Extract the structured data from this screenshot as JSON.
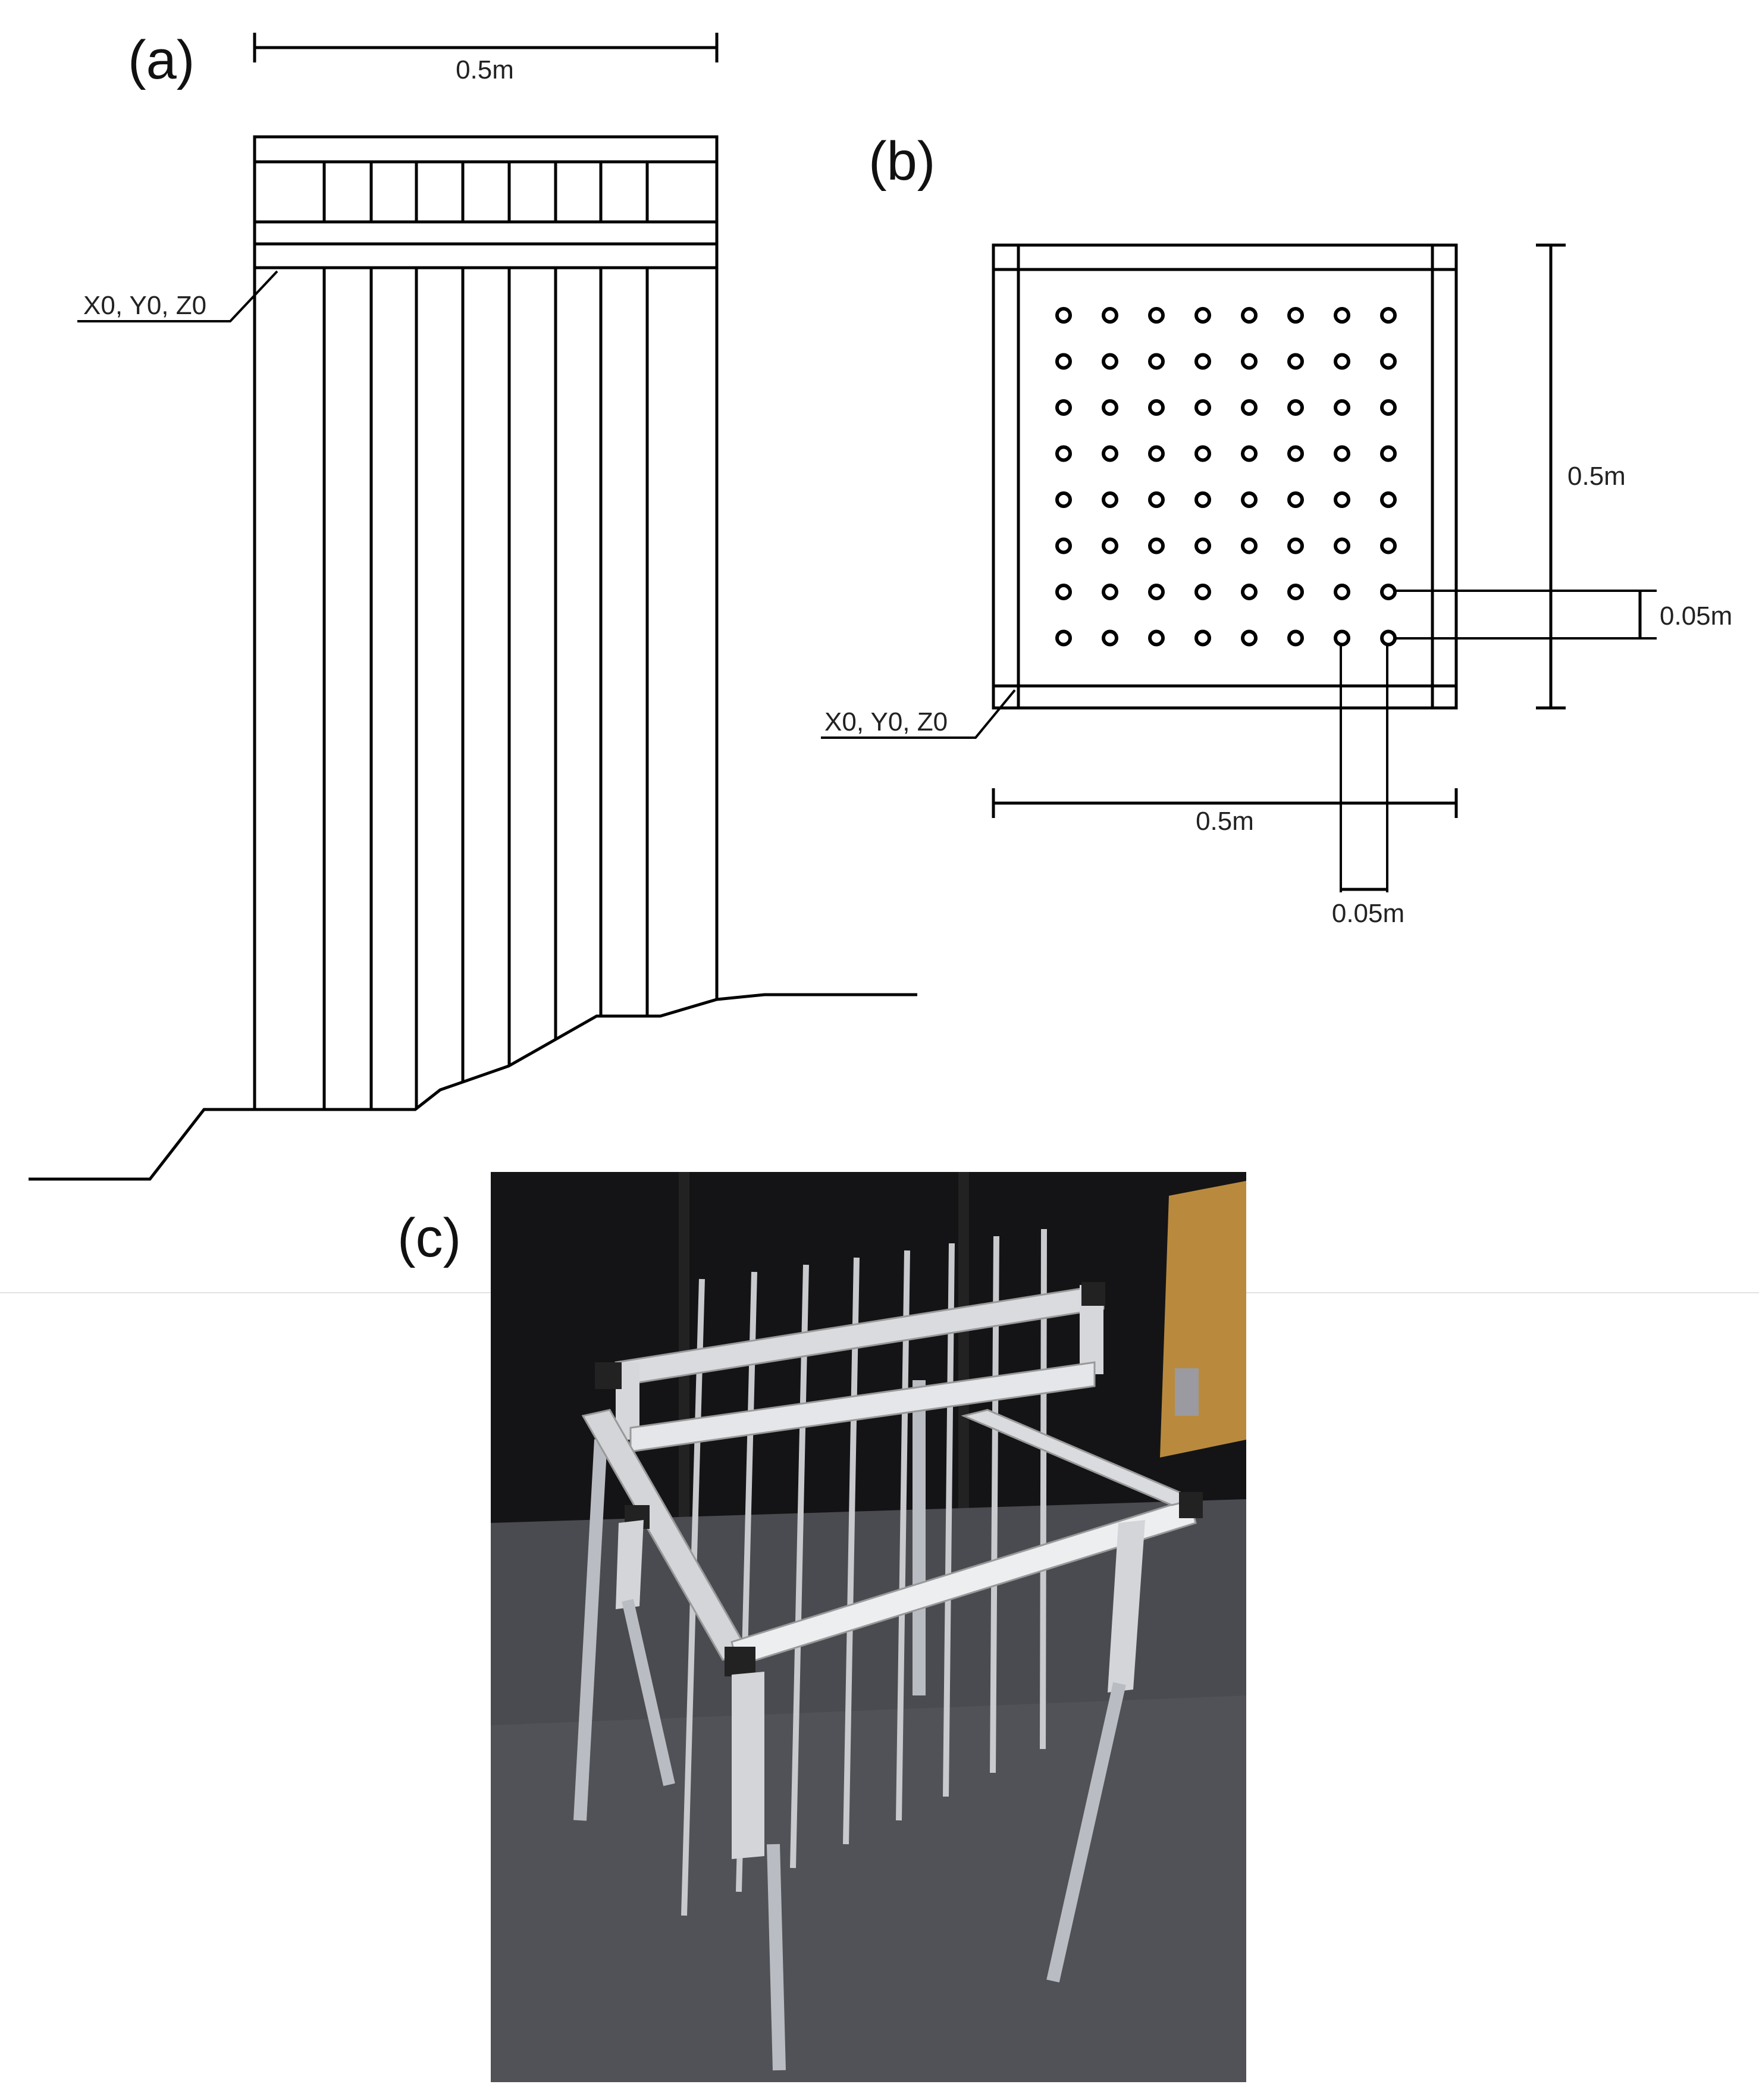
{
  "panels": {
    "a": {
      "label": "(a)",
      "width_dimension": "0.5m",
      "origin_label": "X0, Y0, Z0"
    },
    "b": {
      "label": "(b)",
      "height_dimension": "0.5m",
      "spacing_vertical": "0.05m",
      "width_dimension": "0.5m",
      "spacing_horizontal": "0.05m",
      "origin_label": "X0, Y0, Z0",
      "grid": {
        "rows": 8,
        "columns": 8
      }
    },
    "c": {
      "label": "(c)",
      "photo": "photo of aluminium frame holding 8 vertical pins above floor"
    }
  }
}
